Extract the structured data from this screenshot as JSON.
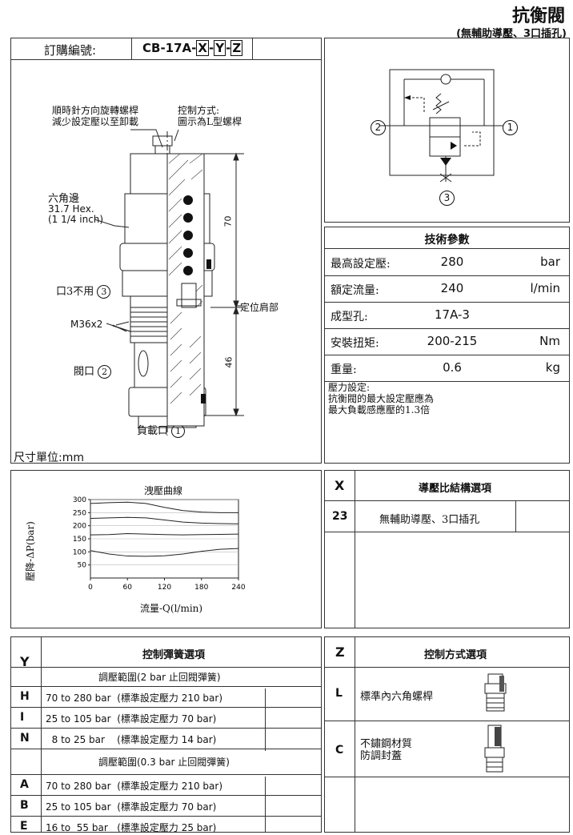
{
  "header": {
    "title": "抗衡閥",
    "subtitle": "(無輔助導壓、3口插孔)"
  },
  "order": {
    "label": "訂購編號:",
    "code_prefix": "CB-17A-",
    "x": "X",
    "y": "Y",
    "z": "Z",
    "sep": "-"
  },
  "drawing": {
    "note_rotate": [
      "順時針方向旋轉螺桿",
      "減少設定壓以至卸載"
    ],
    "note_control": [
      "控制方式:",
      "圖示為L型螺桿"
    ],
    "hex_label": [
      "六角邊",
      "31.7 Hex.",
      "(1 1/4 inch)"
    ],
    "port3": "口3不用",
    "port3_num": "3",
    "thread": "M36x2",
    "port2": "閥口",
    "port2_num": "2",
    "port1": "負載口",
    "port1_num": "1",
    "dim_70": "70",
    "dim_46": "46",
    "locate": "定位肩部",
    "unit": "尺寸單位:mm"
  },
  "schematic": {
    "p1": "1",
    "p2": "2",
    "p3": "3"
  },
  "params": {
    "title": "技術參數",
    "rows": [
      {
        "label": "最高設定壓:",
        "value": "280",
        "unit": "bar"
      },
      {
        "label": "額定流量:",
        "value": "240",
        "unit": "l/min"
      },
      {
        "label": "成型孔:",
        "value": "17A-3",
        "unit": ""
      },
      {
        "label": "安裝扭矩:",
        "value": "200-215",
        "unit": "Nm"
      },
      {
        "label": "重量:",
        "value": "0.6",
        "unit": "kg"
      }
    ],
    "note": [
      "壓力設定:",
      "抗衡閥的最大設定壓應為",
      "最大負載感應壓的1.3倍"
    ]
  },
  "chart_data": {
    "type": "line",
    "title": "洩壓曲線",
    "xlabel": "流量-Q(l/min)",
    "ylabel": "壓降-ΔP(bar)",
    "xlim": [
      0,
      240
    ],
    "ylim": [
      0,
      300
    ],
    "xticks": [
      0,
      60,
      120,
      180,
      240
    ],
    "yticks": [
      50,
      100,
      150,
      200,
      250,
      300
    ],
    "series": [
      {
        "x": [
          0,
          30,
          60,
          90,
          120,
          150,
          180,
          210,
          240
        ],
        "y": [
          285,
          288,
          290,
          285,
          270,
          258,
          252,
          250,
          250
        ]
      },
      {
        "x": [
          0,
          30,
          60,
          90,
          120,
          150,
          180,
          210,
          240
        ],
        "y": [
          228,
          230,
          232,
          230,
          222,
          214,
          210,
          208,
          207
        ]
      },
      {
        "x": [
          0,
          30,
          60,
          90,
          120,
          150,
          180,
          210,
          240
        ],
        "y": [
          165,
          166,
          170,
          168,
          166,
          165,
          166,
          167,
          168
        ]
      },
      {
        "x": [
          0,
          30,
          60,
          90,
          120,
          150,
          180,
          210,
          240
        ],
        "y": [
          105,
          92,
          84,
          83,
          85,
          92,
          102,
          110,
          113
        ]
      }
    ]
  },
  "x_options": {
    "head": "X",
    "title": "導壓比結構選項",
    "rows": [
      {
        "code": "23",
        "desc": "無輔助導壓、3口插孔"
      }
    ]
  },
  "y_options": {
    "head": "Y",
    "title": "控制彈簧選項",
    "group1": "調壓範圍(2 bar 止回閥彈簧)",
    "group2": "調壓範圍(0.3 bar 止回閥彈簧)",
    "rows1": [
      {
        "code": "H",
        "desc": "70 to 280 bar  (標準設定壓力 210 bar)"
      },
      {
        "code": "I",
        "desc": "25 to 105 bar  (標準設定壓力 70 bar)"
      },
      {
        "code": "N",
        "desc": "  8 to 25 bar    (標準設定壓力 14 bar)"
      }
    ],
    "rows2": [
      {
        "code": "A",
        "desc": "70 to 280 bar  (標準設定壓力 210 bar)"
      },
      {
        "code": "B",
        "desc": "25 to 105 bar  (標準設定壓力 70 bar)"
      },
      {
        "code": "E",
        "desc": "16 to  55 bar   (標準設定壓力 25 bar)"
      }
    ]
  },
  "z_options": {
    "head": "Z",
    "title": "控制方式選項",
    "rows": [
      {
        "code": "L",
        "desc": [
          "標準內六角螺桿"
        ]
      },
      {
        "code": "C",
        "desc": [
          "不鏽鋼材質",
          "防調封蓋"
        ]
      }
    ]
  }
}
